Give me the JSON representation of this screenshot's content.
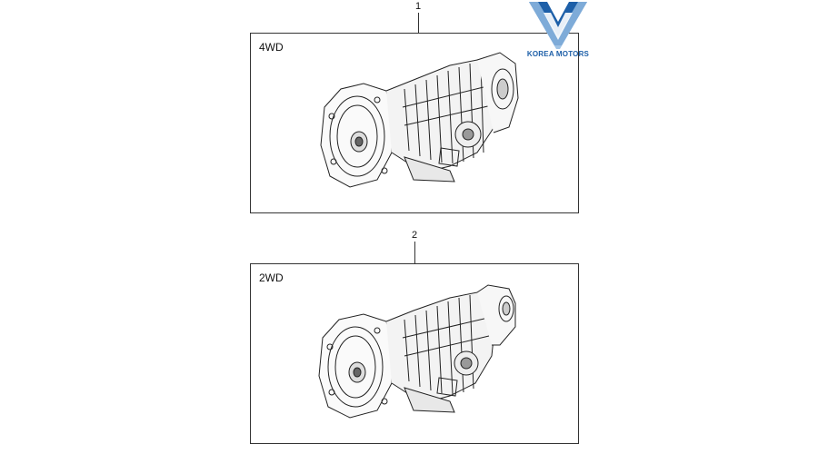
{
  "callouts": [
    {
      "number": "1",
      "label": "4WD"
    },
    {
      "number": "2",
      "label": "2WD"
    }
  ],
  "brand": {
    "name": "KOREA MOTORS",
    "primary_color": "#1d5fa8",
    "secondary_color": "#8fb8e0"
  },
  "parts": [
    {
      "icon": "automatic-transmission-4wd-icon"
    },
    {
      "icon": "automatic-transmission-2wd-icon"
    }
  ]
}
